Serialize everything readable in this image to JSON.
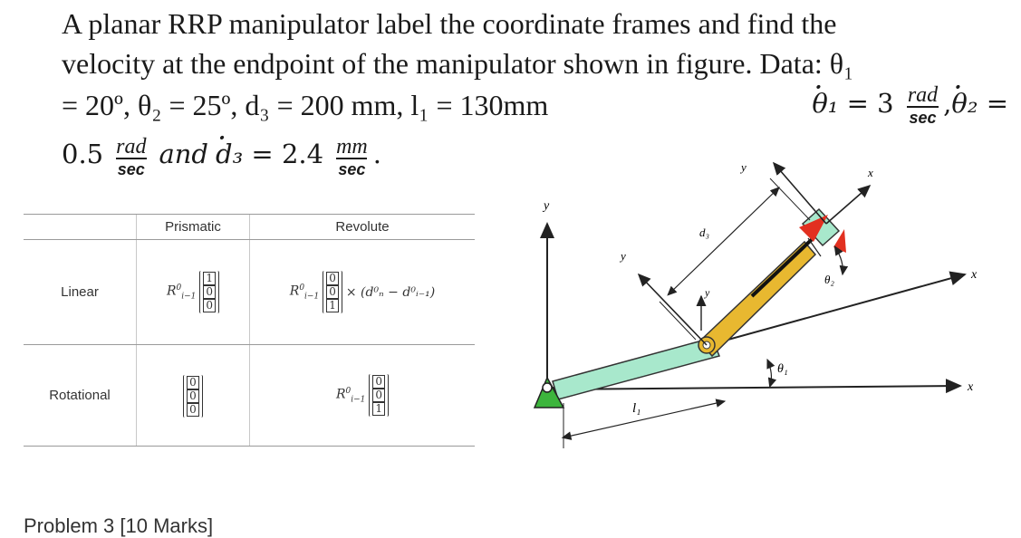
{
  "problem": {
    "line1": "A planar RRP manipulator label the coordinate frames and find the",
    "line2": "velocity at the endpoint of the manipulator shown in figure. Data: θ₁",
    "line3_a": "= 20º, θ₂ = 25º, d₃ = 200 mm, l₁ = 130mm",
    "theta1dot_sym": "θ₁",
    "theta1dot_eq": "= 3",
    "theta2dot_sym": "θ₂",
    "frac_rad_num": "rad",
    "frac_sec_den": "sec",
    "line4_val": "0.5",
    "and_text": "and",
    "d3dot_sym": "d₃",
    "d3dot_eq": "= 2.4",
    "frac_mm_num": "mm",
    "eq_sign": "="
  },
  "table": {
    "col_prismatic": "Prismatic",
    "col_revolute": "Revolute",
    "row_linear": "Linear",
    "row_rotational": "Rotational",
    "R_sym": "R",
    "R_sup": "0",
    "R_sub": "i−1",
    "cross_expr": "× (d⁰ₙ − d⁰ᵢ₋₁)",
    "linear_prismatic_vec": [
      "1",
      "0",
      "0"
    ],
    "linear_revolute_vec": [
      "0",
      "0",
      "1"
    ],
    "rot_prismatic_vec": [
      "0",
      "0",
      "0"
    ],
    "rot_revolute_vec": [
      "0",
      "0",
      "1"
    ]
  },
  "figure": {
    "y_left": "y",
    "y_frame": "y",
    "y_mid": "y",
    "y_top": "y",
    "x_right_upper": "x",
    "x_right_lower": "x",
    "x_tip": "x",
    "label_l1": "l₁",
    "label_d3": "d₃",
    "label_theta1": "θ₁",
    "label_theta2": "θ₂",
    "colors": {
      "base": "#3cb53c",
      "link1": "#a8e8cc",
      "piston": "#e8b830",
      "arrow_red": "#e23020"
    }
  },
  "footer_cut": "Problem 3 [10 Marks]"
}
